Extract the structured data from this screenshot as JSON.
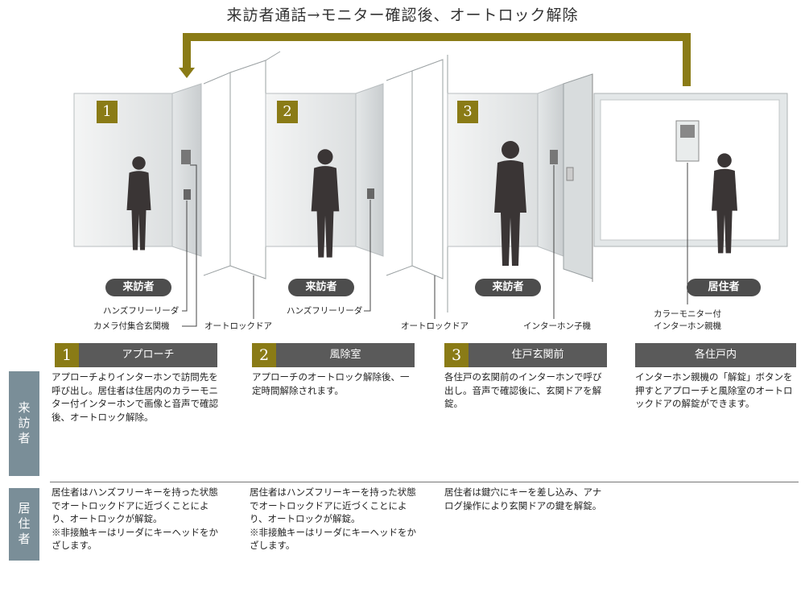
{
  "title": "来訪者通話→モニター確認後、オートロック解除",
  "scenes": [
    {
      "num": "1",
      "role": "来訪者"
    },
    {
      "num": "2",
      "role": "来訪者"
    },
    {
      "num": "3",
      "role": "来訪者"
    },
    {
      "num": "",
      "role": "居住者"
    }
  ],
  "labels": {
    "handsfree1": "ハンズフリーリーダ",
    "camera_panel": "カメラ付集合玄関機",
    "autolock1": "オートロックドア",
    "handsfree2": "ハンズフリーリーダ",
    "autolock2": "オートロックドア",
    "intercom_child": "インターホン子機",
    "monitor_line1": "カラーモニター付",
    "monitor_line2": "インターホン親機"
  },
  "steps": [
    {
      "num": "1",
      "title": "アプローチ"
    },
    {
      "num": "2",
      "title": "風除室"
    },
    {
      "num": "3",
      "title": "住戸玄関前"
    },
    {
      "num": "",
      "title": "各住戸内"
    }
  ],
  "rows": {
    "visitor": {
      "label": "来訪者",
      "cells": [
        "アプローチよりインターホンで訪問先を呼び出し。居住者は住居内のカラーモニター付インターホンで画像と音声で確認後、オートロック解除。",
        "アプローチのオートロック解除後、一定時間解除されます。",
        "各住戸の玄関前のインターホンで呼び出し。音声で確認後に、玄関ドアを解錠。",
        "インターホン親機の「解錠」ボタンを押すとアプローチと風除室のオートロックドアの解錠ができます。"
      ]
    },
    "resident": {
      "label": "居住者",
      "cells": [
        "居住者はハンズフリーキーを持った状態でオートロックドアに近づくことにより、オートロックが解錠。\n※非接触キーはリーダにキーヘッドをかざします。",
        "居住者はハンズフリーキーを持った状態でオートロックドアに近づくことにより、オートロックが解錠。\n※非接触キーはリーダにキーヘッドをかざします。",
        "居住者は鍵穴にキーを差し込み、アナログ操作により玄関ドアの鍵を解錠。",
        ""
      ]
    }
  },
  "colors": {
    "accent": "#8a7b16",
    "header": "#5a5a5a",
    "side": "#7a8e98",
    "badge": "#4d4d4d"
  }
}
